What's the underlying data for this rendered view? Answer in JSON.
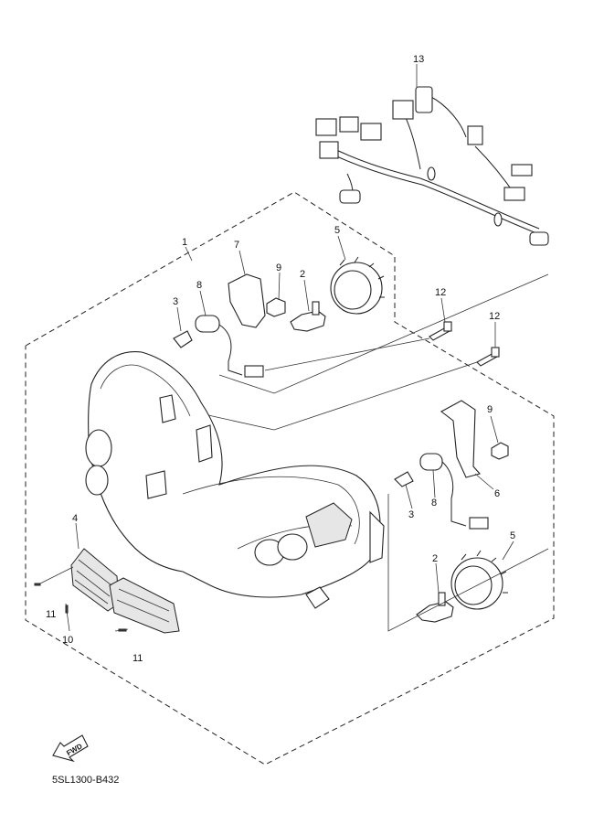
{
  "diagram_code": "5SL1300-B432",
  "fwd_label": "FWD",
  "callouts": {
    "c1": "1",
    "c2a": "2",
    "c2b": "2",
    "c3a": "3",
    "c3b": "3",
    "c4": "4",
    "c5a": "5",
    "c5b": "5",
    "c6": "6",
    "c7": "7",
    "c8a": "8",
    "c8b": "8",
    "c9a": "9",
    "c9b": "9",
    "c10": "10",
    "c11a": "11",
    "c11b": "11",
    "c12a": "12",
    "c12b": "12",
    "c13": "13"
  },
  "icons": [
    "fwd-arrow-icon"
  ]
}
